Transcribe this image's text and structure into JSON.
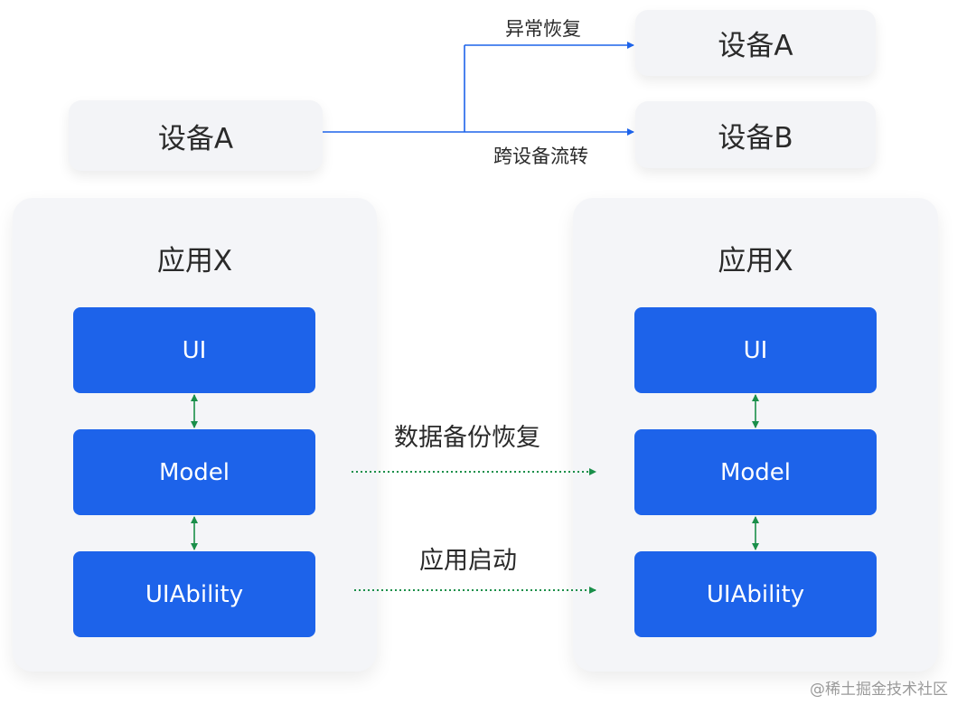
{
  "top": {
    "source_device": "设备A",
    "target_device_a": "设备A",
    "target_device_b": "设备B",
    "label_recovery": "异常恢复",
    "label_migration": "跨设备流转"
  },
  "left_app": {
    "title": "应用X",
    "ui": "UI",
    "model": "Model",
    "uiability": "UIAbility"
  },
  "right_app": {
    "title": "应用X",
    "ui": "UI",
    "model": "Model",
    "uiability": "UIAbility"
  },
  "middle": {
    "label_backup": "数据备份恢复",
    "label_launch": "应用启动"
  },
  "watermark": "@稀土掘金技术社区",
  "colors": {
    "block_blue": "#1d63ea",
    "arrow_blue": "#1d63ea",
    "arrow_green": "#1a8f4a"
  }
}
